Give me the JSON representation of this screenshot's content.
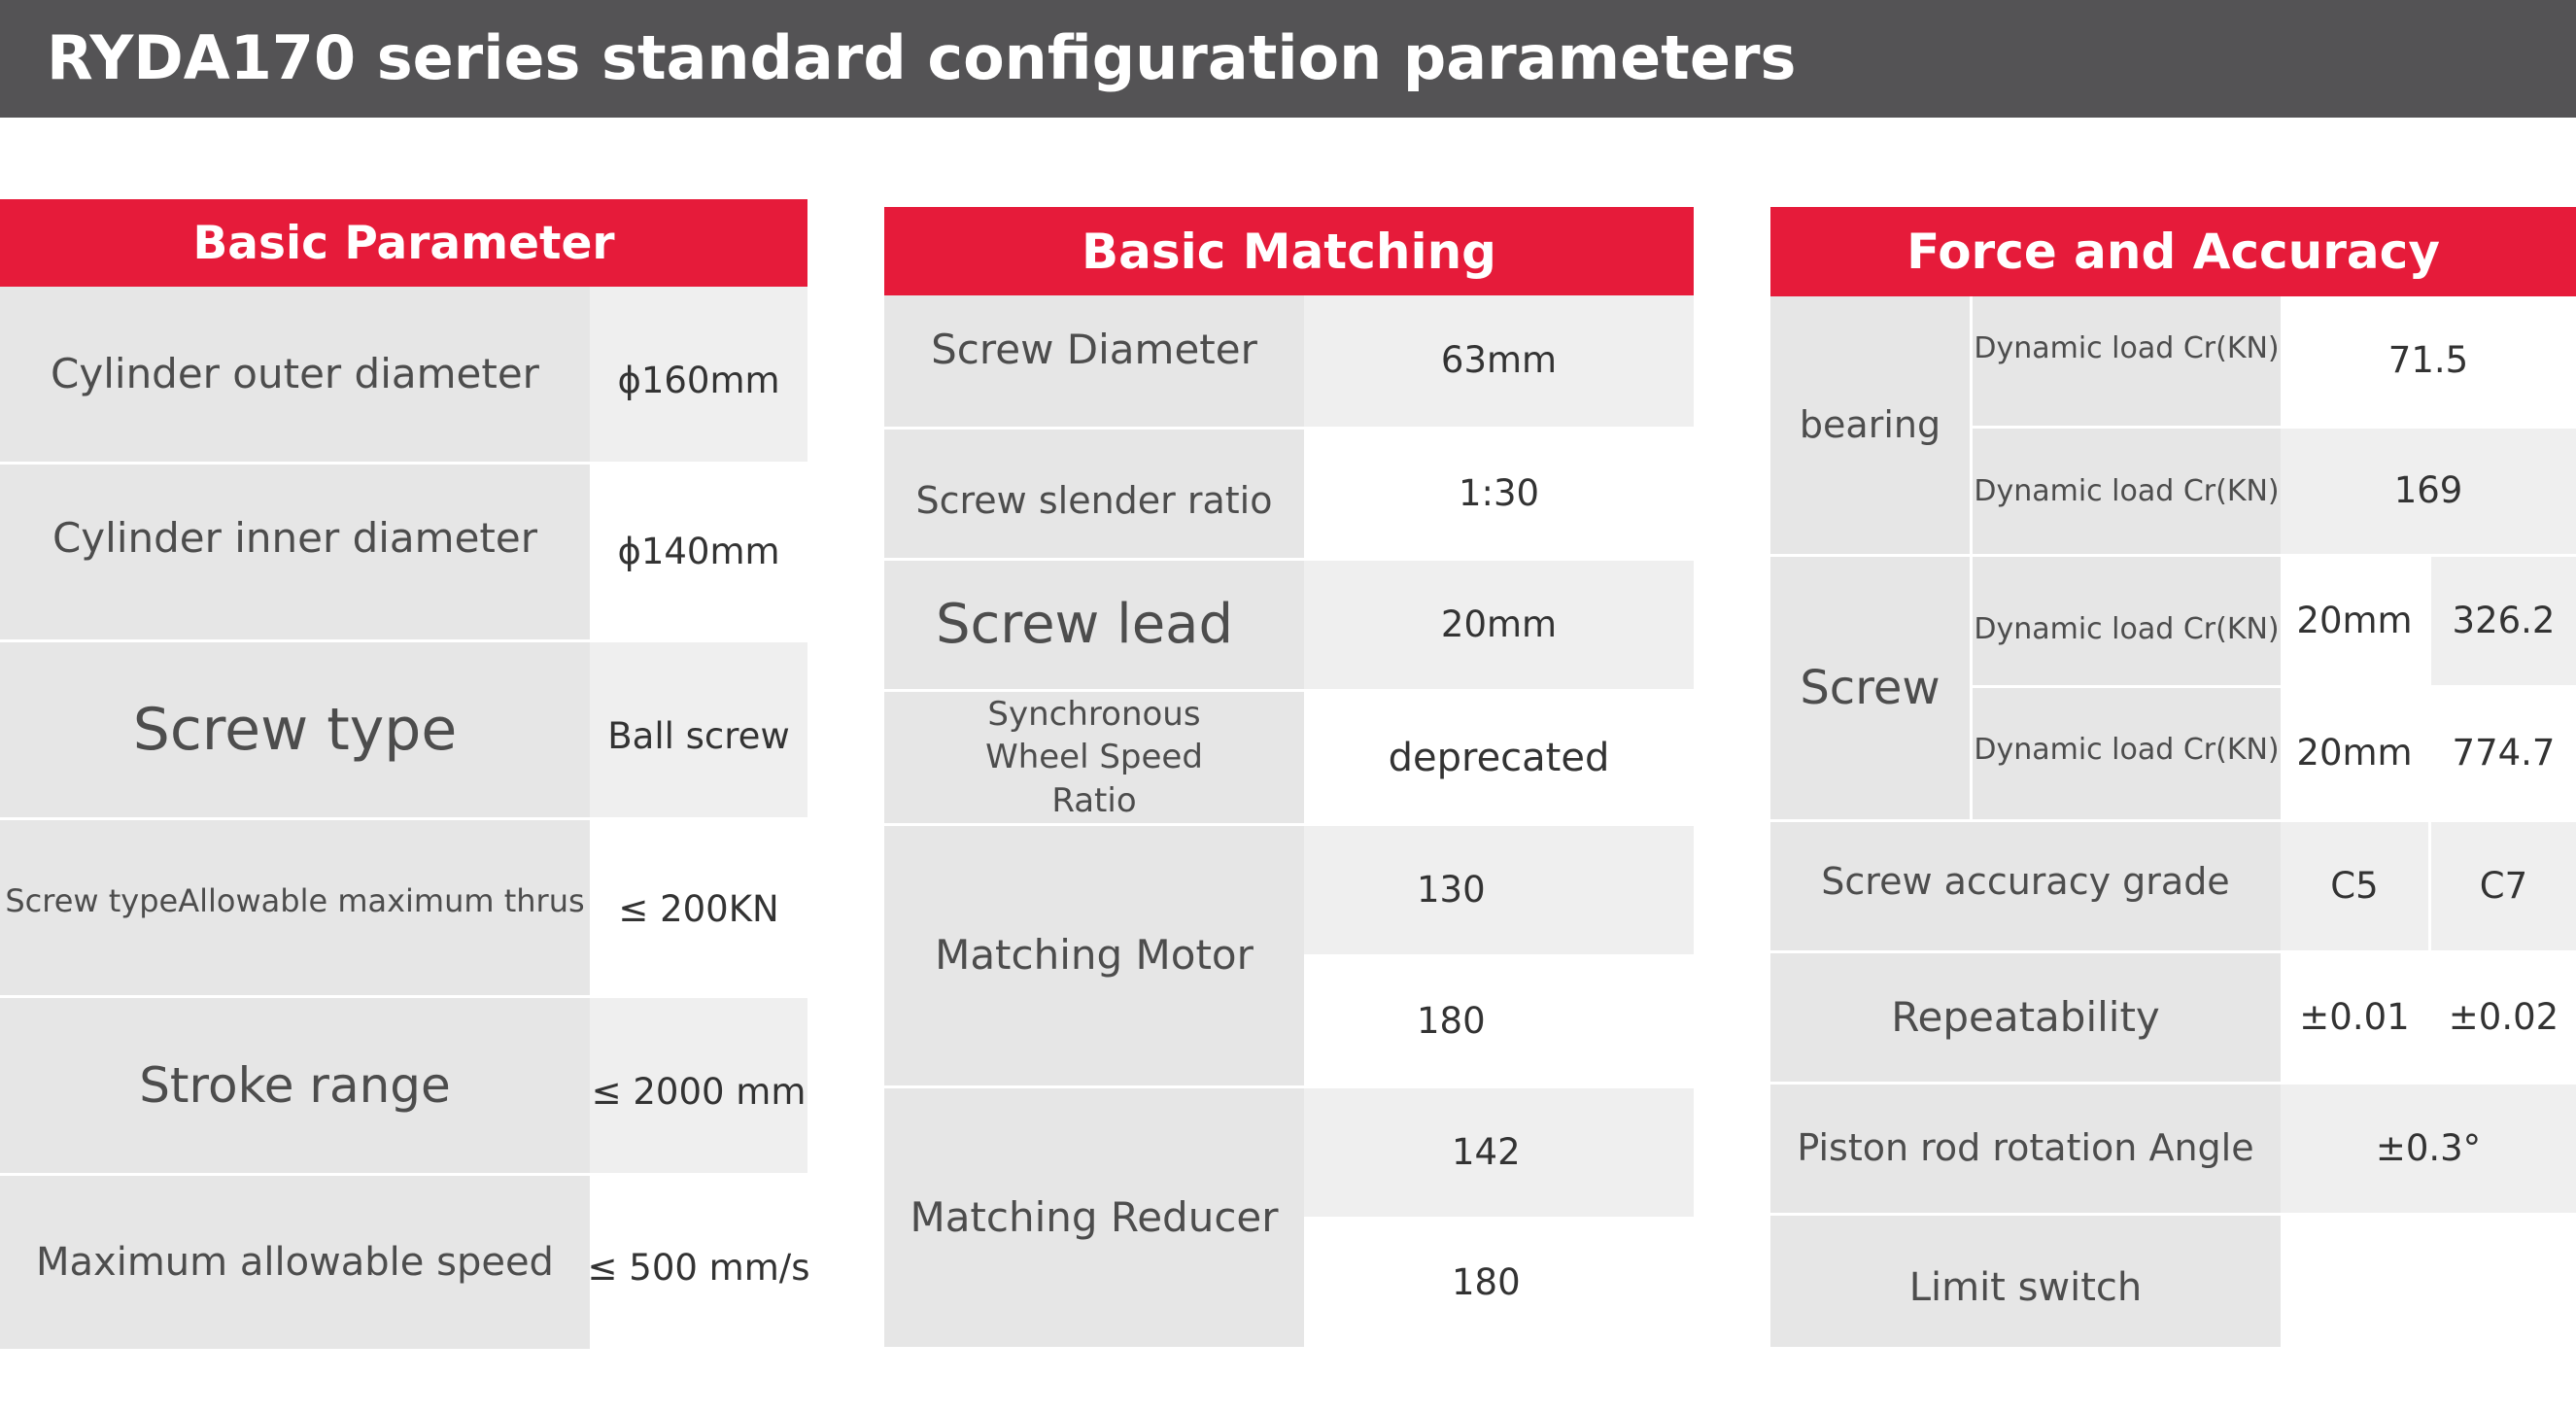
{
  "title": {
    "model": "RYDA170",
    "text": "series standard configuration parameters"
  },
  "basic_parameter": {
    "header": "Basic Parameter",
    "rows": [
      {
        "label": "Cylinder outer diameter",
        "value": "ϕ160mm"
      },
      {
        "label": "Cylinder inner diameter",
        "value": "ϕ140mm"
      },
      {
        "label": "Screw type",
        "value": "Ball screw"
      },
      {
        "label": "Screw typeAllowable maximum thrus",
        "value": "≤ 200KN"
      },
      {
        "label": "Stroke range",
        "value": "≤ 2000 mm"
      },
      {
        "label": "Maximum allowable speed",
        "value": "≤ 500 mm/s"
      }
    ]
  },
  "basic_matching": {
    "header": "Basic Matching",
    "rows": [
      {
        "label": "Screw Diameter",
        "value": "63mm"
      },
      {
        "label": "Screw slender ratio",
        "value": "1:30"
      },
      {
        "label": "Screw lead",
        "value": "20mm"
      },
      {
        "label": "Synchronous Wheel Speed Ratio",
        "value": "deprecated"
      }
    ],
    "matching_motor": {
      "label": "Matching Motor",
      "values": [
        "130",
        "180"
      ]
    },
    "matching_reducer": {
      "label": "Matching Reducer",
      "values": [
        "142",
        "180"
      ]
    }
  },
  "force_accuracy": {
    "header": "Force and Accuracy",
    "bearing": {
      "label": "bearing",
      "rows": [
        {
          "label": "Dynamic load Cr(KN)",
          "value": "71.5"
        },
        {
          "label": "Dynamic load Cr(KN)",
          "value": "169"
        }
      ]
    },
    "screw": {
      "label": "Screw",
      "rows": [
        {
          "label": "Dynamic load Cr(KN)",
          "lead": "20mm",
          "value": "326.2"
        },
        {
          "label": "Dynamic load Cr(KN)",
          "lead": "20mm",
          "value": "774.7"
        }
      ]
    },
    "accuracy_grade": {
      "label": "Screw accuracy grade",
      "values": [
        "C5",
        "C7"
      ]
    },
    "repeatability": {
      "label": "Repeatability",
      "values": [
        "±0.01",
        "±0.02"
      ]
    },
    "rotation_angle": {
      "label": "Piston rod rotation Angle",
      "value": "±0.3°"
    },
    "limit_switch": {
      "label": "Limit switch",
      "value": ""
    }
  }
}
